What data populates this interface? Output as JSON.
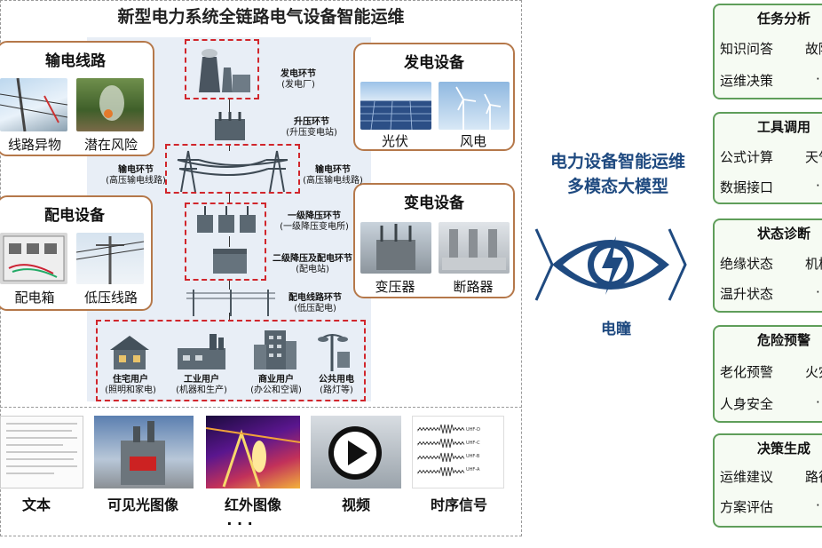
{
  "title": "新型电力系统全链路电气设备智能运维",
  "cards": {
    "transmission": {
      "title": "输电线路",
      "items": [
        "线路异物",
        "潜在风险"
      ]
    },
    "generation": {
      "title": "发电设备",
      "items": [
        "光伏",
        "风电"
      ]
    },
    "distribution": {
      "title": "配电设备",
      "items": [
        "配电箱",
        "低压线路"
      ]
    },
    "substation": {
      "title": "变电设备",
      "items": [
        "变压器",
        "断路器"
      ]
    }
  },
  "flow": {
    "gen": {
      "title": "发电环节",
      "sub": "(发电厂)"
    },
    "stepup": {
      "title": "升压环节",
      "sub": "(升压变电站)"
    },
    "trans_left": {
      "title": "输电环节",
      "sub": "(高压输电线路)"
    },
    "trans_right": {
      "title": "输电环节",
      "sub": "(高压输电线路)"
    },
    "step1": {
      "title": "一级降压环节",
      "sub": "(一级降压变电所)"
    },
    "step2": {
      "title": "二级降压及配电环节",
      "sub": "(配电站)"
    },
    "dist_line": {
      "title": "配电线路环节",
      "sub": "(低压配电)"
    },
    "users": [
      {
        "title": "住宅用户",
        "sub": "(照明和家电)"
      },
      {
        "title": "工业用户",
        "sub": "(机器和生产)"
      },
      {
        "title": "商业用户",
        "sub": "(办公和空调)"
      },
      {
        "title": "公共用电",
        "sub": "(路灯等)"
      }
    ]
  },
  "modalities": [
    "文本",
    "可见光图像",
    "红外图像",
    "视频",
    "时序信号"
  ],
  "modalities_more": "· · ·",
  "model": {
    "line1": "电力设备智能运维",
    "line2": "多模态大模型",
    "name": "电瞳"
  },
  "panels": [
    {
      "title": "任务分析",
      "row1": [
        "知识问答",
        "故障"
      ],
      "row2": [
        "运维决策",
        "·"
      ]
    },
    {
      "title": "工具调用",
      "row1": [
        "公式计算",
        "天气"
      ],
      "row2": [
        "数据接口",
        "·"
      ]
    },
    {
      "title": "状态诊断",
      "row1": [
        "绝缘状态",
        "机械"
      ],
      "row2": [
        "温升状态",
        "·"
      ]
    },
    {
      "title": "危险预警",
      "row1": [
        "老化预警",
        "火灾"
      ],
      "row2": [
        "人身安全",
        "·"
      ]
    },
    {
      "title": "决策生成",
      "row1": [
        "运维建议",
        "路径"
      ],
      "row2": [
        "方案评估",
        "·"
      ]
    }
  ],
  "signal_legend": [
    "UHF-D",
    "UHF-C",
    "UHF-B",
    "UHF-A"
  ],
  "colors": {
    "accent_blue": "#1f4a80",
    "card_border": "#b5784a",
    "red_dashed": "#d1262c",
    "panel_green": "#5f9e5a"
  }
}
